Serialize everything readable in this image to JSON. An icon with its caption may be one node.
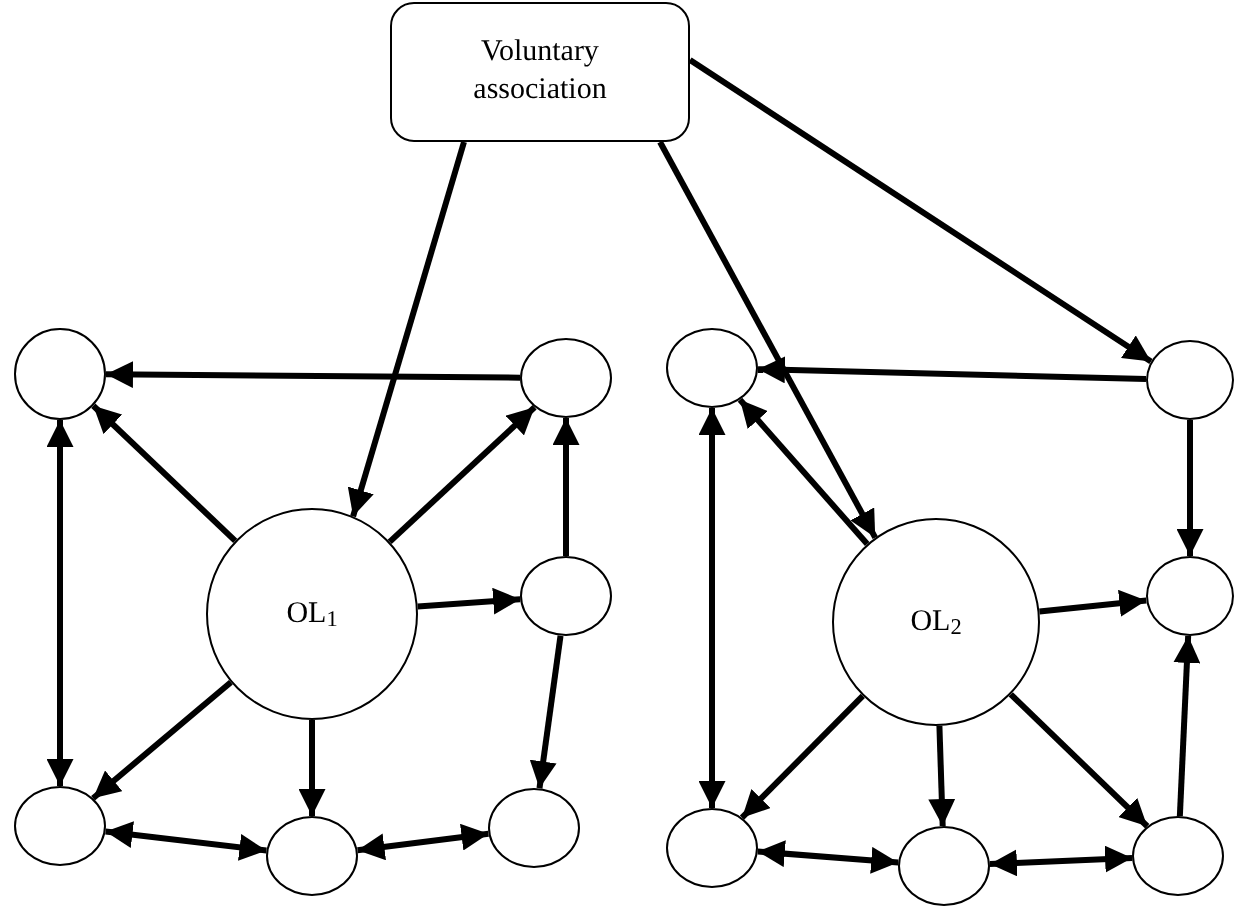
{
  "diagram": {
    "nodes": [
      {
        "text": [
          "Voluntary association"
        ]
      },
      {
        "text": [
          "OL$_{1}$"
        ]
      },
      {
        "text": [],
        "shape": "circle"
      },
      {
        "text": [],
        "shape": "circle"
      },
      {
        "text": [],
        "shape": "circle"
      },
      {
        "text": [],
        "shape": "circle"
      },
      {
        "text": [],
        "shape": "circle"
      },
      {
        "text": [],
        "shape": "circle"
      },
      {
        "text": [
          "OL$_{2}$"
        ]
      },
      {
        "text": [],
        "shape": "circle"
      },
      {
        "text": [],
        "shape": "circle"
      },
      {
        "text": [],
        "shape": "circle"
      },
      {
        "text": [],
        "shape": "circle"
      },
      {
        "text": [],
        "shape": "circle"
      },
      {
        "text": [],
        "shape": "circle"
      }
    ],
    "edges": [
      {
        "from": 0,
        "to": 1,
        "arrow": "to"
      },
      {
        "from": 3,
        "to": 2,
        "arrow": "to"
      },
      {
        "from": 1,
        "to": 2,
        "arrow": "to"
      },
      {
        "from": 1,
        "to": 3,
        "arrow": "to"
      },
      {
        "from": 1,
        "to": 4,
        "arrow": "to"
      },
      {
        "from": 4,
        "to": 3,
        "arrow": "to"
      },
      {
        "from": 4,
        "to": 7,
        "arrow": "to"
      },
      {
        "from": 1,
        "to": 5,
        "arrow": "to"
      },
      {
        "from": 1,
        "to": 6,
        "arrow": "to"
      },
      {
        "from": 2,
        "to": 5,
        "arrow": "both"
      },
      {
        "from": 5,
        "to": 6,
        "arrow": "both"
      },
      {
        "from": 6,
        "to": 7,
        "arrow": "both"
      },
      {
        "from": 0,
        "to": 8,
        "arrow": "to"
      },
      {
        "from": 0,
        "to": 10,
        "arrow": "to"
      },
      {
        "from": 10,
        "to": 9,
        "arrow": "to"
      },
      {
        "from": 8,
        "to": 9,
        "arrow": "to"
      },
      {
        "from": 8,
        "to": 11,
        "arrow": "to"
      },
      {
        "from": 10,
        "to": 11,
        "arrow": "to"
      },
      {
        "from": 14,
        "to": 11,
        "arrow": "to"
      },
      {
        "from": 8,
        "to": 12,
        "arrow": "to"
      },
      {
        "from": 8,
        "to": 13,
        "arrow": "to"
      },
      {
        "from": 8,
        "to": 14,
        "arrow": "to"
      },
      {
        "from": 9,
        "to": 12,
        "arrow": "both"
      },
      {
        "from": 12,
        "to": 13,
        "arrow": "both"
      },
      {
        "from": 13,
        "to": 14,
        "arrow": "both"
      }
    ]
  }
}
